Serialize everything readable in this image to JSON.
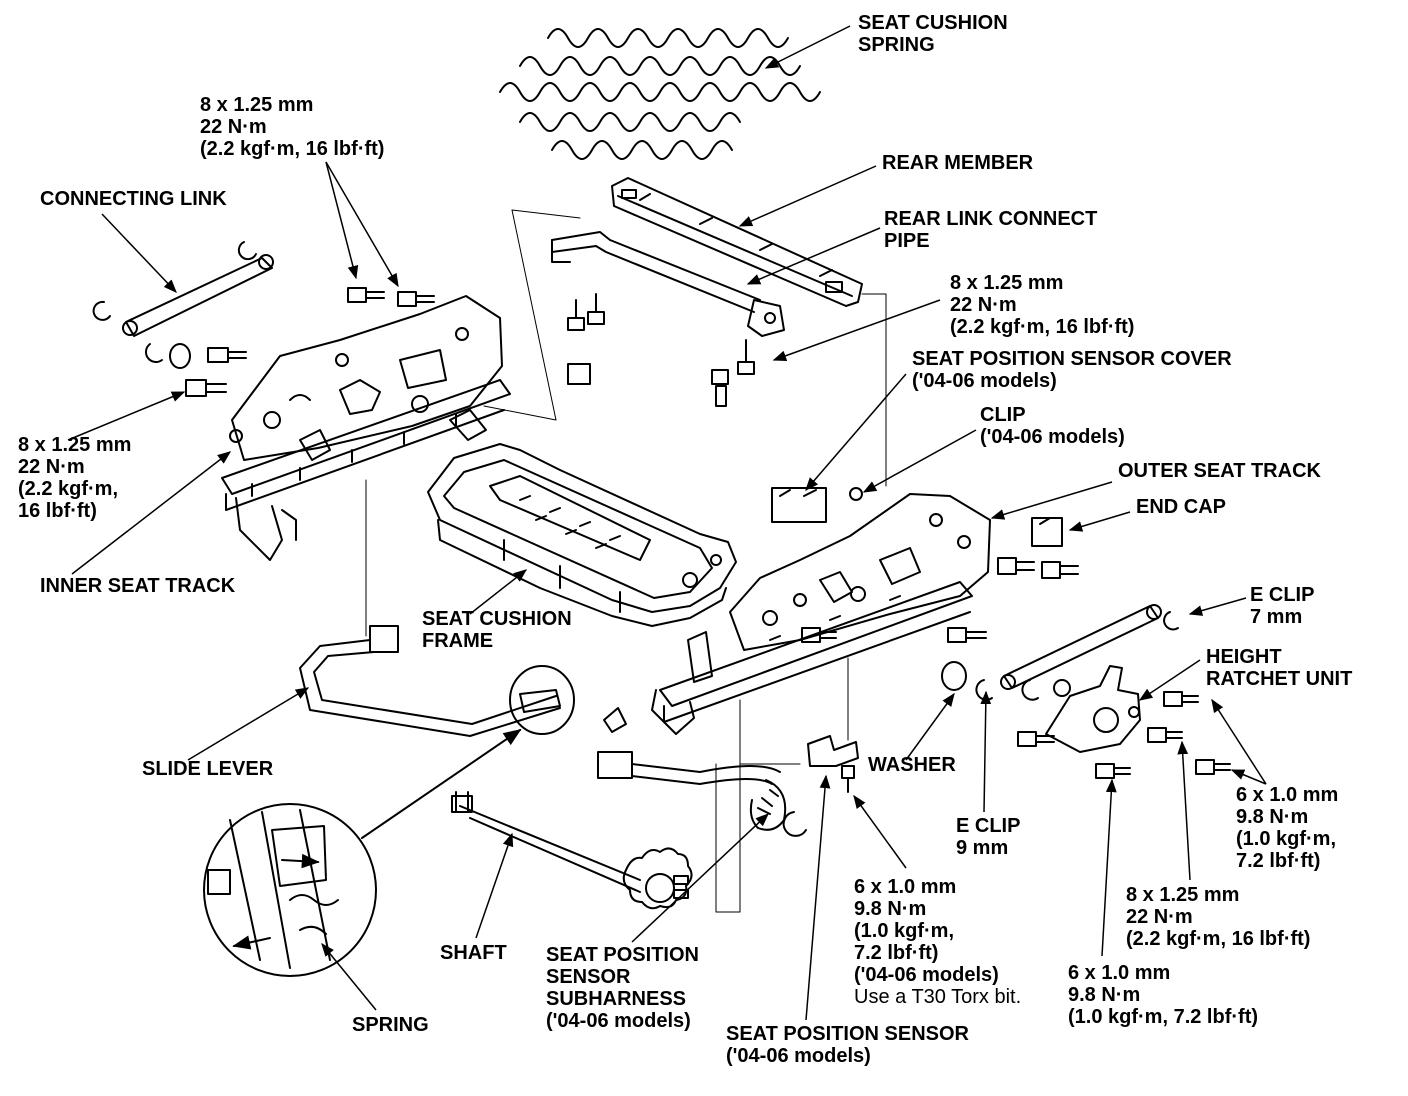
{
  "labels": {
    "seat_cushion_spring": [
      "SEAT CUSHION",
      "SPRING"
    ],
    "torque_top_left": [
      "8 x 1.25 mm",
      "22 N·m",
      "(2.2 kgf·m, 16 lbf·ft)"
    ],
    "rear_member": [
      "REAR MEMBER"
    ],
    "connecting_link": [
      "CONNECTING LINK"
    ],
    "rear_link_connect_pipe": [
      "REAR LINK CONNECT",
      "PIPE"
    ],
    "torque_top_right": [
      "8 x 1.25 mm",
      "22 N·m",
      "(2.2 kgf·m, 16 lbf·ft)"
    ],
    "seat_position_sensor_cover": [
      "SEAT POSITION SENSOR COVER",
      "('04-06 models)"
    ],
    "clip": [
      "CLIP",
      "('04-06 models)"
    ],
    "torque_left": [
      "8 x 1.25 mm",
      "22 N·m",
      "(2.2 kgf·m,",
      "16 lbf·ft)"
    ],
    "outer_seat_track": [
      "OUTER SEAT TRACK"
    ],
    "end_cap": [
      "END CAP"
    ],
    "inner_seat_track": [
      "INNER SEAT TRACK"
    ],
    "e_clip_7": [
      "E CLIP",
      "7 mm"
    ],
    "seat_cushion_frame": [
      "SEAT CUSHION",
      "FRAME"
    ],
    "height_ratchet_unit": [
      "HEIGHT",
      "RATCHET UNIT"
    ],
    "washer": [
      "WASHER"
    ],
    "slide_lever": [
      "SLIDE LEVER"
    ],
    "torque_right": [
      "6 x 1.0 mm",
      "9.8 N·m",
      "(1.0 kgf·m,",
      "7.2 lbf·ft)"
    ],
    "e_clip_9": [
      "E CLIP",
      "9 mm"
    ],
    "torque_sensor_bolt": [
      "6 x 1.0 mm",
      "9.8 N·m",
      "(1.0 kgf·m,",
      "7.2 lbf·ft)",
      "('04-06 models)"
    ],
    "torx_note": "Use a T30 Torx bit.",
    "torque_bottom_mid": [
      "8 x 1.25 mm",
      "22 N·m",
      "(2.2 kgf·m, 16 lbf·ft)"
    ],
    "shaft": [
      "SHAFT"
    ],
    "seat_position_sensor_subharness": [
      "SEAT POSITION",
      "SENSOR",
      "SUBHARNESS",
      "('04-06 models)"
    ],
    "torque_bottom_right": [
      "6 x 1.0 mm",
      "9.8 N·m",
      "(1.0 kgf·m, 7.2 lbf·ft)"
    ],
    "spring": [
      "SPRING"
    ],
    "seat_position_sensor": [
      "SEAT POSITION SENSOR",
      "('04-06 models)"
    ]
  }
}
